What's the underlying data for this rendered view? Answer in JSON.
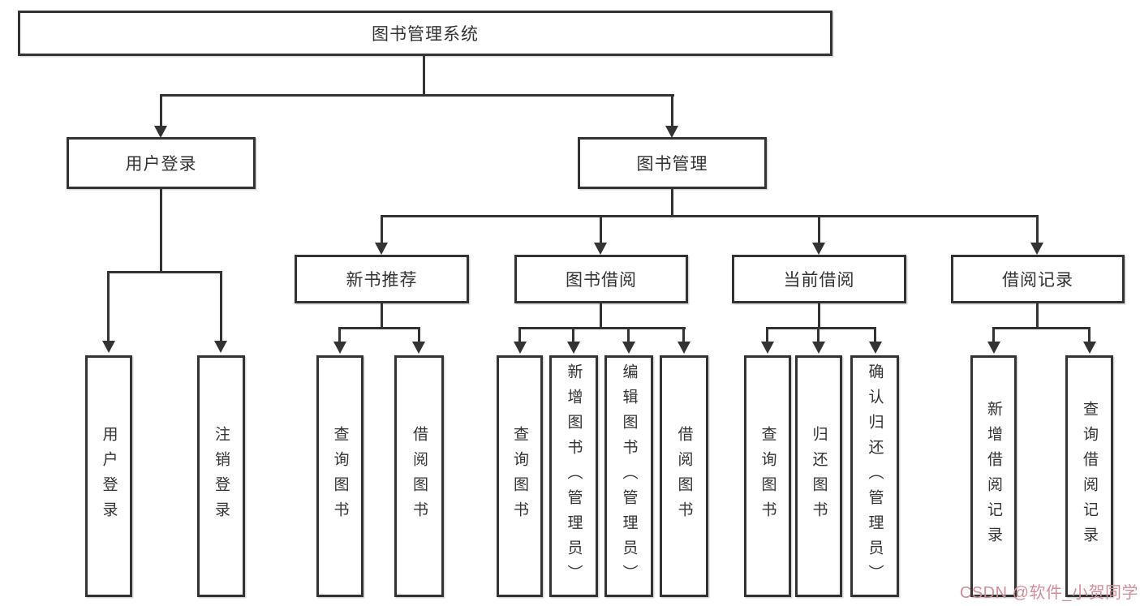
{
  "colors": {
    "line": "#333333",
    "text": "#333333",
    "box_fill": "#ffffff",
    "page_bg": "#ffffff",
    "watermark": "#cf8f99"
  },
  "tree": {
    "root": {
      "label": "图书管理系统",
      "children": [
        {
          "label": "用户登录",
          "children": [
            {
              "label": "用户登录"
            },
            {
              "label": "注销登录"
            }
          ]
        },
        {
          "label": "图书管理",
          "children": [
            {
              "label": "新书推荐",
              "children": [
                {
                  "label": "查询图书"
                },
                {
                  "label": "借阅图书"
                }
              ]
            },
            {
              "label": "图书借阅",
              "children": [
                {
                  "label": "查询图书"
                },
                {
                  "label": "新增图书（管理员）"
                },
                {
                  "label": "编辑图书（管理员）"
                },
                {
                  "label": "借阅图书"
                }
              ]
            },
            {
              "label": "当前借阅",
              "children": [
                {
                  "label": "查询图书"
                },
                {
                  "label": "归还图书"
                },
                {
                  "label": "确认归还（管理员）"
                }
              ]
            },
            {
              "label": "借阅记录",
              "children": [
                {
                  "label": "新增借阅记录"
                },
                {
                  "label": "查询借阅记录"
                }
              ]
            }
          ]
        }
      ]
    }
  },
  "watermark": {
    "text": "CSDN @软件_小贺同学"
  }
}
